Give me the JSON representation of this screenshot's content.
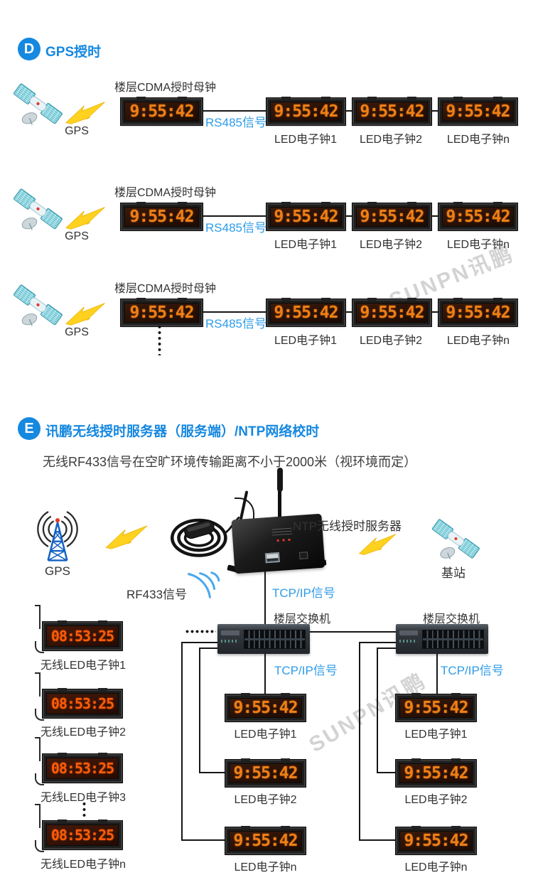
{
  "watermark": {
    "text": "SUNPN讯鹏"
  },
  "colors": {
    "accent_blue": "#1588e0",
    "signal_blue": "#2e9ce8",
    "led_amber": "#ef7f16",
    "led_red_orange": "#ff5c07",
    "bolt_yellow": "#ffd21f",
    "line_black": "#161616"
  },
  "section_d": {
    "badge": "D",
    "title": "GPS授时",
    "gps_label": "GPS",
    "master_label": "楼层CDMA授时母钟",
    "master_time": "9:55:42",
    "signal_label": "RS485信号",
    "clock_time": "9:55:42",
    "clock_labels": [
      "LED电子钟1",
      "LED电子钟2",
      "LED电子钟n"
    ]
  },
  "section_e": {
    "badge": "E",
    "title": "讯鹏无线授时服务器（服务端）/NTP网络校时",
    "subtitle": "无线RF433信号在空旷环境传输距离不小于2000米（视环境而定）",
    "gps_label": "GPS",
    "server_label": "NTP无线授时服务器",
    "base_label": "基站",
    "rf_label": "RF433信号",
    "tcpip_label": "TCP/IP信号",
    "switch_label": "楼层交换机",
    "wireless_time": "08:53:25",
    "wireless_labels": [
      "无线LED电子钟1",
      "无线LED电子钟2",
      "无线LED电子钟3",
      "无线LED电子钟n"
    ],
    "wired_time": "9:55:42",
    "wired_labels": [
      "LED电子钟1",
      "LED电子钟2",
      "LED电子钟n"
    ]
  }
}
